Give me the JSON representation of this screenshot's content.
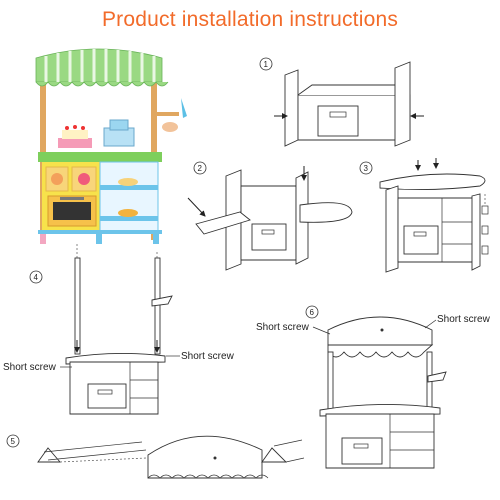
{
  "title": "Product installation instructions",
  "steps": [
    {
      "number": "1"
    },
    {
      "number": "2"
    },
    {
      "number": "3"
    },
    {
      "number": "4",
      "labels": [
        "Short screw",
        "Short screw"
      ]
    },
    {
      "number": "5"
    },
    {
      "number": "6",
      "labels": [
        "Short screw",
        "Short screw"
      ]
    }
  ],
  "colors": {
    "title": "#f26b2a",
    "awning_green": "#8fd27c",
    "wood": "#e6b26a",
    "body_yellow": "#f7e24b",
    "counter_blue": "#6cc4ea",
    "counter_green": "#7ccf5a",
    "leg_pink": "#f3a7c1"
  }
}
